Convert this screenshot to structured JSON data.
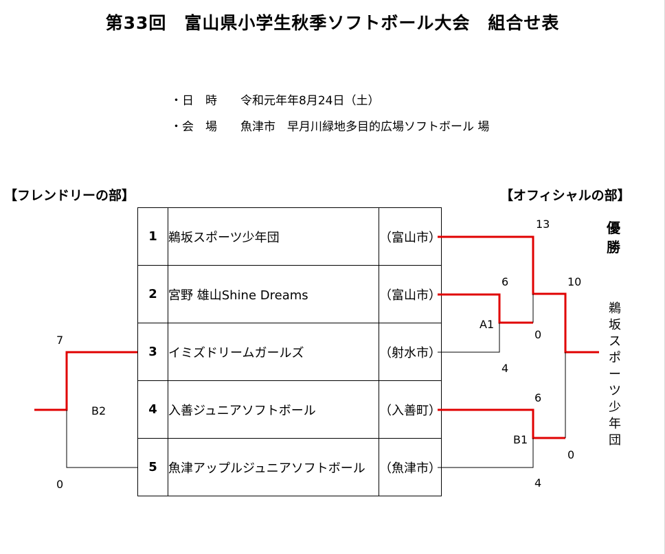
{
  "title": "第33回　富山県小学生秋季ソフトボール大会　組合せ表",
  "info": {
    "date_line": "・日　時　　令和元年年8月24日（土）",
    "venue_line": "・会　場　　魚津市　早月川緑地多目的広場ソフトボール 場"
  },
  "sections": {
    "friendly": "【フレンドリーの部】",
    "official": "【オフィシャルの部】"
  },
  "teams": [
    {
      "num": "1",
      "name": "鵜坂スポーツ少年団",
      "city": "（富山市）"
    },
    {
      "num": "2",
      "name": "宮野 雄山Shine Dreams",
      "city": "（富山市）"
    },
    {
      "num": "3",
      "name": "イミズドリームガールズ",
      "city": "（射水市）"
    },
    {
      "num": "4",
      "name": "入善ジュニアソフトボール",
      "city": "（入善町）"
    },
    {
      "num": "5",
      "name": "魚津アップルジュニアソフトボール",
      "city": "（魚津市）"
    }
  ],
  "friendly_bracket": {
    "game": "B2",
    "score_top": "7",
    "score_bottom": "0"
  },
  "official_bracket": {
    "game_a1": "A1",
    "a1_score_top": "6",
    "a1_score_bottom": "4",
    "game_b1": "B1",
    "b1_score_top": "6",
    "b1_score_bottom": "4",
    "semi_score_top": "13",
    "semi_score_bottom": "0",
    "final_score_top": "10",
    "final_score_bottom": "0"
  },
  "champion": {
    "label": "優勝",
    "team": "鵜坂スポーツ少年団"
  },
  "colors": {
    "winner_line": "#e00000",
    "line": "#000000"
  }
}
